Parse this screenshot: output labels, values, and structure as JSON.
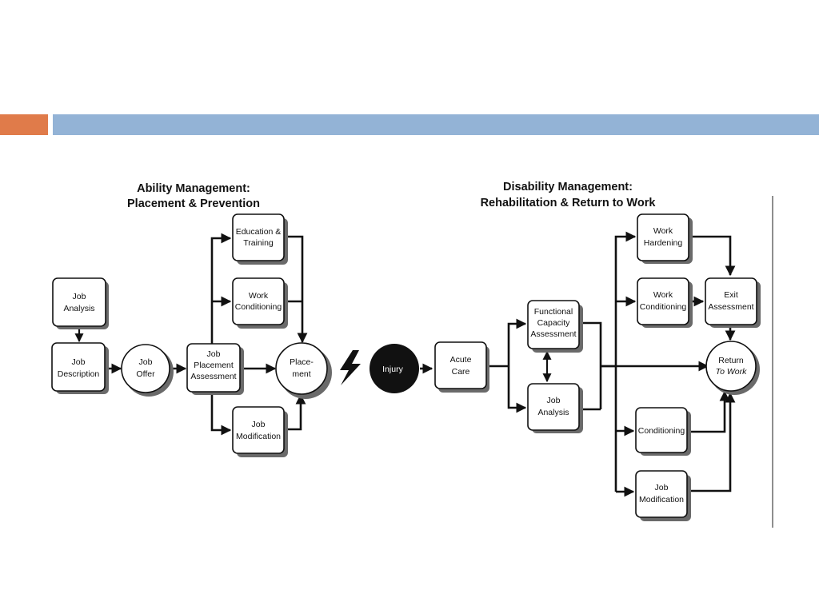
{
  "slide": {
    "accent_color_left": "#e07b4a",
    "accent_color_right": "#93b3d6"
  },
  "diagram": {
    "left_title": {
      "line1": "Ability Management:",
      "line2": "Placement & Prevention"
    },
    "right_title": {
      "line1": "Disability Management:",
      "line2": "Rehabilitation & Return to Work"
    },
    "nodes": {
      "job_analysis_left": {
        "line1": "Job",
        "line2": "Analysis"
      },
      "job_description": {
        "line1": "Job",
        "line2": "Description"
      },
      "job_offer": {
        "line1": "Job",
        "line2": "Offer"
      },
      "job_placement_assessment": {
        "line1": "Job",
        "line2": "Placement",
        "line3": "Assessment"
      },
      "education_training": {
        "line1": "Education &",
        "line2": "Training"
      },
      "work_conditioning_left": {
        "line1": "Work",
        "line2": "Conditioning"
      },
      "job_modification_left": {
        "line1": "Job",
        "line2": "Modification"
      },
      "placement": {
        "line1": "Place-",
        "line2": "ment"
      },
      "injury": {
        "line1": "Injury"
      },
      "acute_care": {
        "line1": "Acute",
        "line2": "Care"
      },
      "functional_capacity": {
        "line1": "Functional",
        "line2": "Capacity",
        "line3": "Assessment"
      },
      "job_analysis_right": {
        "line1": "Job",
        "line2": "Analysis"
      },
      "work_hardening": {
        "line1": "Work",
        "line2": "Hardening"
      },
      "work_conditioning_right": {
        "line1": "Work",
        "line2": "Conditioning"
      },
      "exit_assessment": {
        "line1": "Exit",
        "line2": "Assessment"
      },
      "return_to_work": {
        "line1": "Return",
        "line2": "To Work"
      },
      "conditioning": {
        "line1": "Conditioning"
      },
      "job_modification_right": {
        "line1": "Job",
        "line2": "Modification"
      }
    },
    "icons": {
      "lightning": "lightning-bolt-icon"
    },
    "colors": {
      "ink": "#111111",
      "injury_fill": "#111111",
      "shadow": "#6a6a6a"
    }
  }
}
